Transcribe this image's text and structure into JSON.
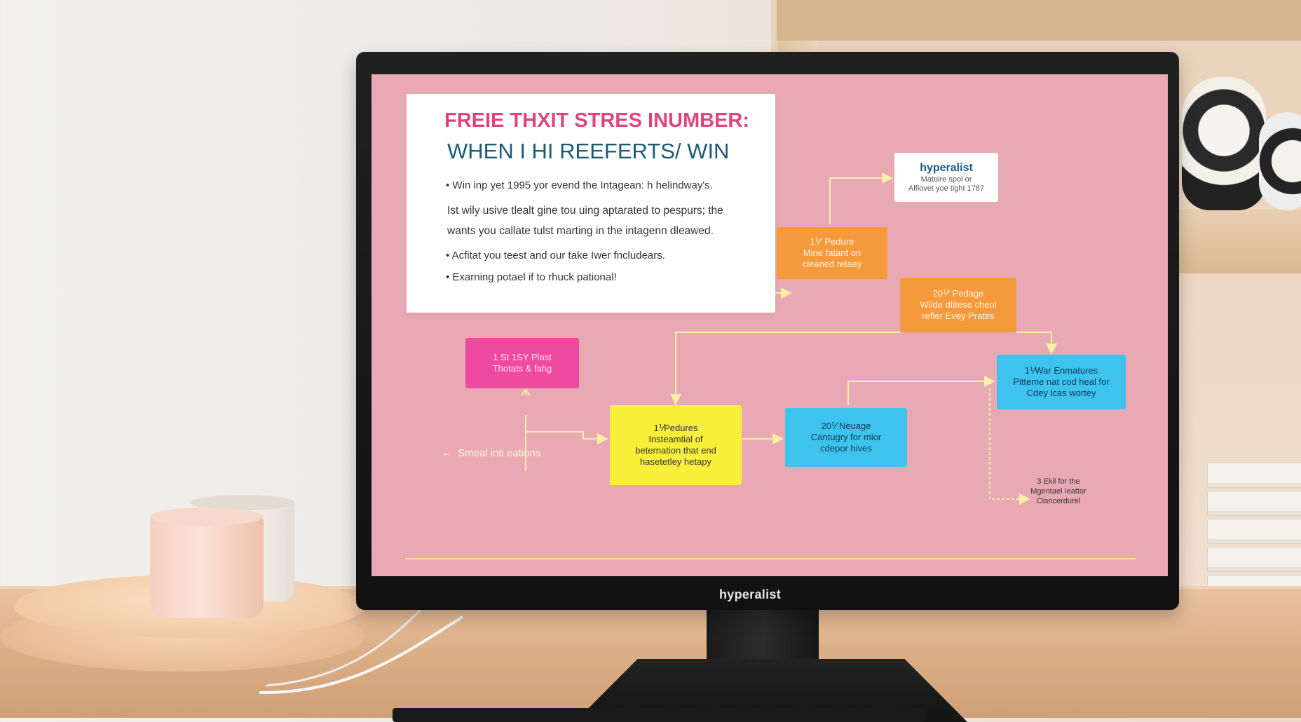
{
  "monitor": {
    "brand": "hyperalist"
  },
  "slide": {
    "title_line1": "FREIE THXIT STRES INUMBER:",
    "title_line2": "WHEN I HI REEFERTS/ WIN",
    "bullet1": "• Win inp yet 1995 yor evend the Intagean: h helindway's.",
    "para_line1": "Ist wily usive tlealt gine tou uing aptarated to pespurs; the",
    "para_line2": "wants you callate tulst marting in the intagenn dleawed.",
    "bullet2": "•  Acfitat you teest and our take Iwer fncludears.",
    "bullet3": "•  Exarning potael if to rhuck pational!"
  },
  "nodes": {
    "hyper": {
      "title": "hyperalist",
      "sub": "Matuire spol or\nAlfiovet yoe tight 1787"
    },
    "orange1": "1⅟' Pedure\nMine fatant on\ncleaned relaay",
    "orange2": "20⅟' Pedage\nWilde dtitese cheol\nrefler Evey Prates",
    "pink": "1 St 1SY Plast\nThotats & fahg",
    "yellow": "1⅟Pedures\nInsteamtial of\nbeternation that end\nhasetetley hetapy",
    "blue1": "20⅟ Neuage\nCantugry for mior\ncdepor hives",
    "blue2": "1⅟War Enmatures\nPitteme nat cod heal for\nCdey lcas wortey",
    "note": "3 Ekil for the\nMgentael Ieattor\nClancerdurel"
  },
  "side_label": "Smeal inti eations",
  "colors": {
    "slide_bg": "#e8a9b4",
    "title_pink": "#e0437d",
    "title_teal": "#1a5c75",
    "orange": "#f59a3c",
    "pink": "#ef4aa1",
    "yellow": "#f7ef3a",
    "blue": "#3ec3ef",
    "connector": "#f6efa6"
  },
  "icons": {
    "arrow_left": "arrow-left-icon"
  }
}
